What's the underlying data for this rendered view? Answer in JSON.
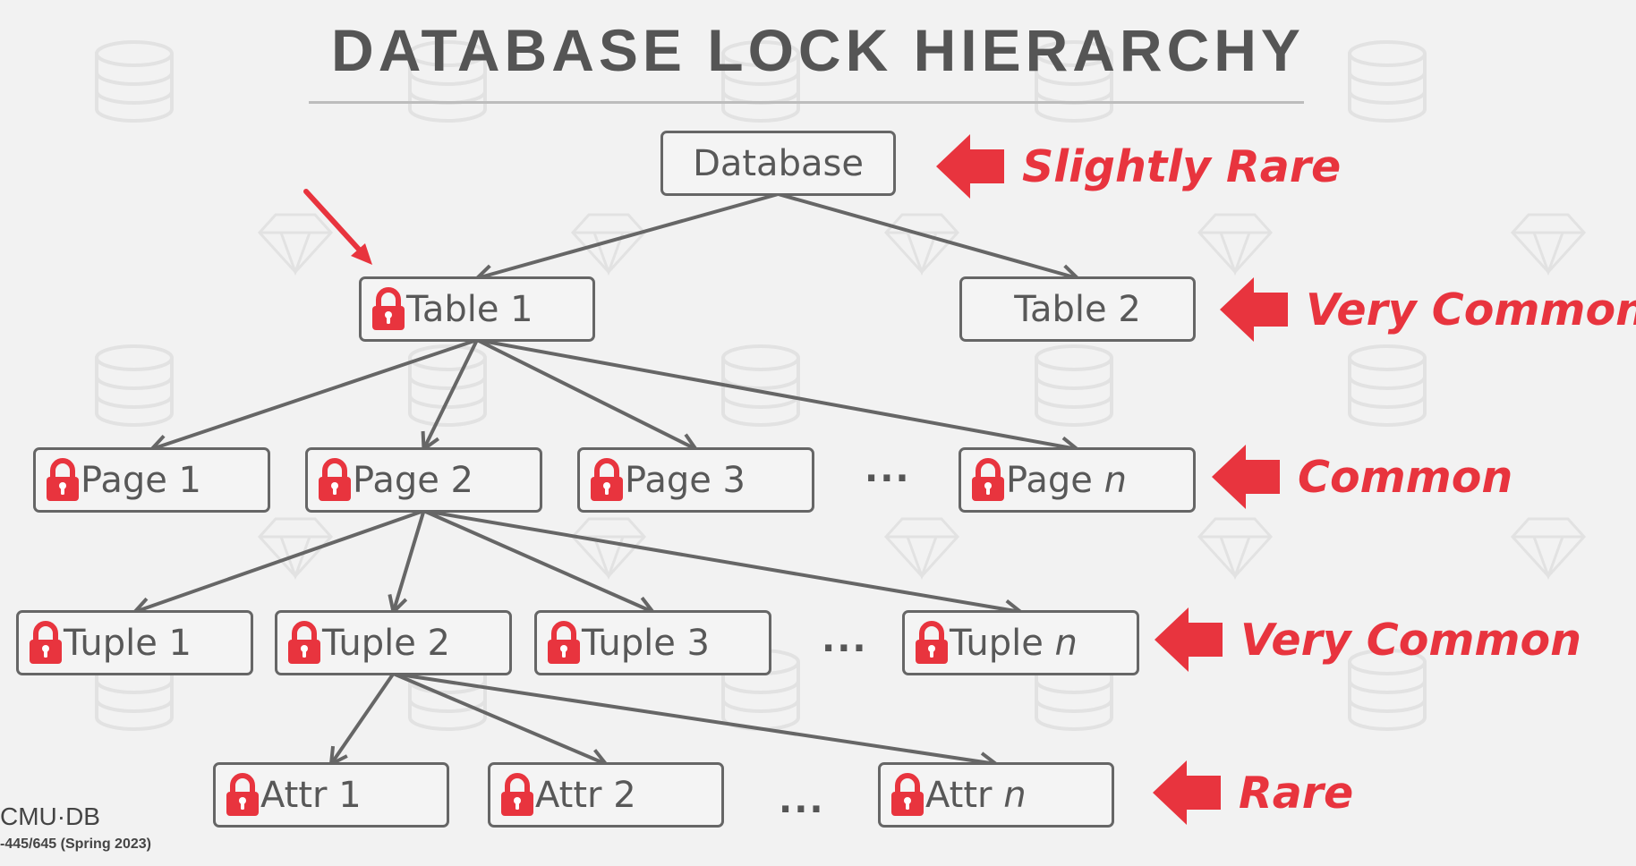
{
  "title": "DATABASE LOCK HIERARCHY",
  "colors": {
    "accent": "#e8343e",
    "border": "#666666",
    "text": "#585858"
  },
  "nodes": {
    "database": {
      "label": "Database",
      "locked": false
    },
    "table1": {
      "label": "Table 1",
      "locked": true
    },
    "table2": {
      "label": "Table 2",
      "locked": false
    },
    "page1": {
      "label": "Page 1",
      "locked": true
    },
    "page2": {
      "label": "Page 2",
      "locked": true
    },
    "page3": {
      "label": "Page 3",
      "locked": true
    },
    "pagen": {
      "label": "Page ",
      "var": "n",
      "locked": true
    },
    "tuple1": {
      "label": "Tuple 1",
      "locked": true
    },
    "tuple2": {
      "label": "Tuple 2",
      "locked": true
    },
    "tuple3": {
      "label": "Tuple 3",
      "locked": true
    },
    "tuplen": {
      "label": "Tuple ",
      "var": "n",
      "locked": true
    },
    "attr1": {
      "label": " Attr 1",
      "locked": true
    },
    "attr2": {
      "label": " Attr 2",
      "locked": true
    },
    "attrn": {
      "label": " Attr ",
      "var": "n",
      "locked": true
    }
  },
  "edges": [
    [
      "database",
      "table1"
    ],
    [
      "database",
      "table2"
    ],
    [
      "table1",
      "page1"
    ],
    [
      "table1",
      "page2"
    ],
    [
      "table1",
      "page3"
    ],
    [
      "table1",
      "pagen"
    ],
    [
      "page2",
      "tuple1"
    ],
    [
      "page2",
      "tuple2"
    ],
    [
      "page2",
      "tuple3"
    ],
    [
      "page2",
      "tuplen"
    ],
    [
      "tuple2",
      "attr1"
    ],
    [
      "tuple2",
      "attr2"
    ],
    [
      "tuple2",
      "attrn"
    ]
  ],
  "ellipsis": {
    "pages": "...",
    "tuples": "...",
    "attrs": "..."
  },
  "frequency": {
    "database": "Slightly Rare",
    "table": "Very Common",
    "page": "Common",
    "tuple": "Very Common",
    "attr": "Rare"
  },
  "footer": {
    "logo": "CMU·DB",
    "course": "-445/645 (Spring 2023)"
  }
}
